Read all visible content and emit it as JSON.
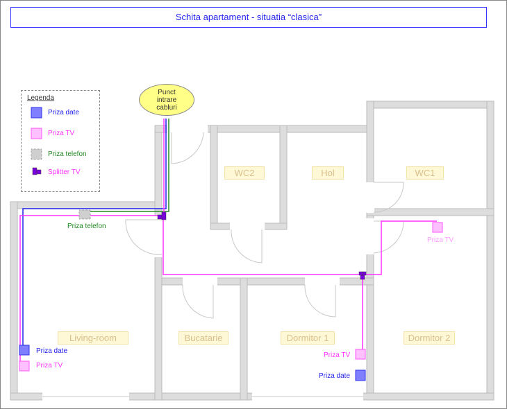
{
  "title": "Schita apartament - situatia “clasica”",
  "legend": {
    "heading": "Legenda",
    "items": [
      {
        "label": "Priza date",
        "color": "#2222ee"
      },
      {
        "label": "Priza TV",
        "color": "#ff33ff"
      },
      {
        "label": "Priza telefon",
        "color": "#228822"
      },
      {
        "label": "Splitter TV",
        "color": "#ff33ff"
      }
    ]
  },
  "entry_point": {
    "line1": "Punct",
    "line2": "intrare",
    "line3": "cabluri"
  },
  "rooms": {
    "wc2": "WC2",
    "hol": "Hol",
    "wc1": "WC1",
    "living": "Living-room",
    "bucatarie": "Bucatarie",
    "dormitor1": "Dormitor 1",
    "dormitor2": "Dormitor 2"
  },
  "outlets": {
    "living_phone": "Priza telefon",
    "living_data": "Priza date",
    "living_tv": "Priza TV",
    "dorm2_tv": "Priza TV",
    "dorm1_tv": "Priza TV",
    "dorm1_data": "Priza date"
  },
  "colors": {
    "data": "#2222ee",
    "tv": "#ff33ff",
    "phone": "#228822",
    "splitter": "#7700dd",
    "wall": "#dddddd"
  }
}
